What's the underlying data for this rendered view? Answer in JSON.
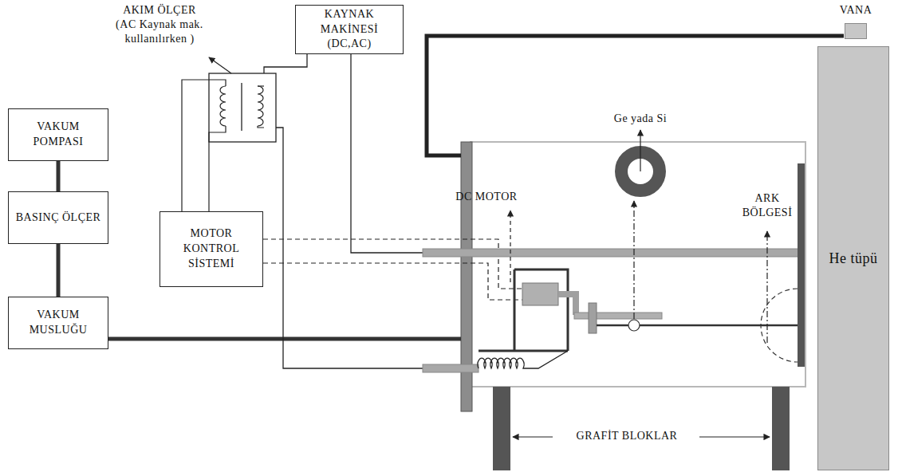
{
  "diagram": {
    "nodes": [
      {
        "text": [
          "KAYNAK MAKİNESİ (DC,AC)"
        ]
      },
      {
        "text": [
          "VAKUM POMPASI"
        ]
      },
      {
        "text": [
          "BASINÇ ÖLÇER"
        ]
      },
      {
        "text": [
          "MOTOR KONTROL SİSTEMİ"
        ]
      },
      {
        "text": [
          "VAKUM MUSLUĞU"
        ]
      },
      {
        "text": [
          "VANA"
        ]
      },
      {
        "text": [
          "He tüpü"
        ]
      }
    ],
    "edges": [
      {
        "from": 1,
        "to": 2,
        "arrow": "none"
      },
      {
        "from": 2,
        "to": 4,
        "arrow": "none"
      }
    ],
    "labels": [
      "AKIM ÖLÇER (AC Kaynak mak. kullanılırken )",
      "DC MOTOR",
      "Ge yada Si",
      "ARK BÖLGESİ",
      "GRAFİT BLOKLAR"
    ]
  }
}
